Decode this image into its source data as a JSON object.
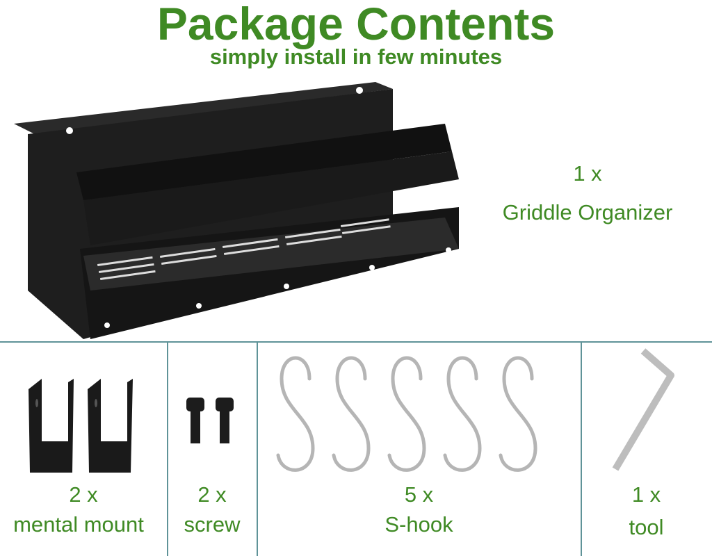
{
  "header": {
    "title": "Package Contents",
    "subtitle": "simply install in few minutes"
  },
  "main_item": {
    "qty": "1 x",
    "name": "Griddle Organizer"
  },
  "items": [
    {
      "qty": "2 x",
      "name": "mental mount"
    },
    {
      "qty": "2 x",
      "name": "screw"
    },
    {
      "qty": "5 x",
      "name": "S-hook"
    },
    {
      "qty": "1 x",
      "name": "tool"
    }
  ],
  "colors": {
    "text": "#3f8a24",
    "divider": "#5f9398",
    "product": "#1e1e1e"
  }
}
